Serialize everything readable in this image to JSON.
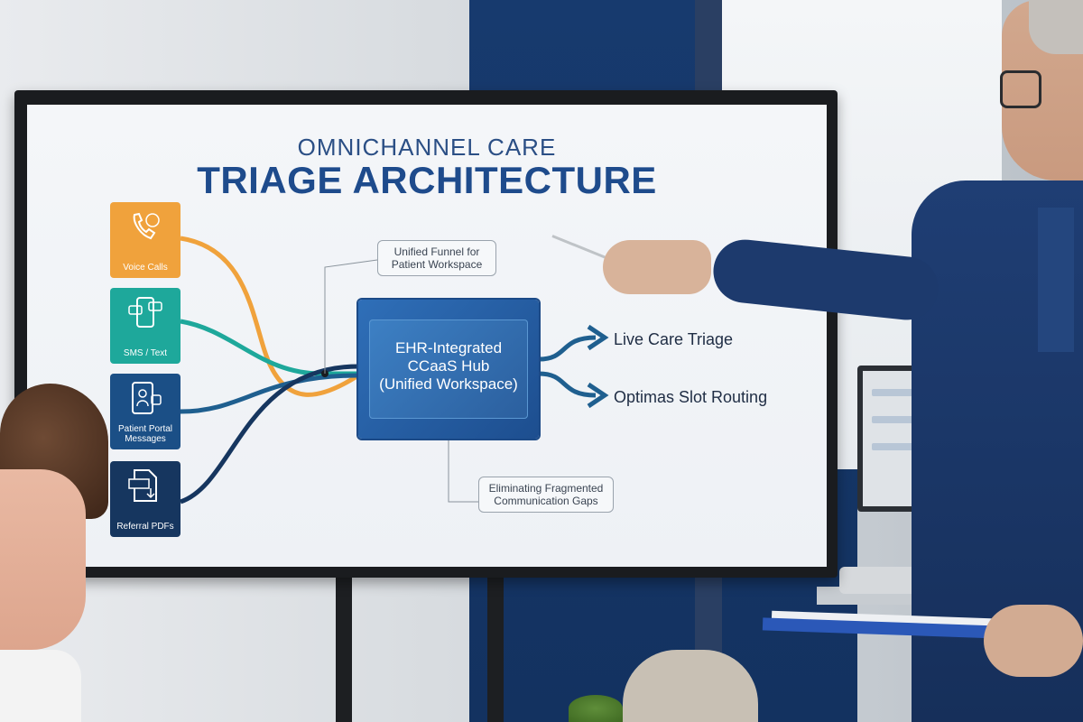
{
  "slide": {
    "title_top": "OMNICHANNEL CARE",
    "title_main": "TRIAGE ARCHITECTURE",
    "channels": [
      {
        "label": "Voice Calls",
        "icon": "phone-icon",
        "color": "#f0a23c"
      },
      {
        "label": "SMS / Text",
        "icon": "chat-phone-icon",
        "color": "#1ea89b"
      },
      {
        "label": "Patient Portal Messages",
        "icon": "portal-user-icon",
        "color": "#1b4f86"
      },
      {
        "label": "Referral PDFs",
        "icon": "pdf-download-icon",
        "color": "#16365f"
      }
    ],
    "hub": {
      "line1": "EHR-Integrated",
      "line2": "CCaaS Hub",
      "line3": "(Unified Workspace)"
    },
    "callout_top": "Unified Funnel for Patient Workspace",
    "callout_bottom": "Eliminating Fragmented Communication Gaps",
    "outputs": [
      "Live Care Triage",
      "Optimas Slot Routing"
    ],
    "colors": {
      "title": "#1e4b8c",
      "hub": "#2f6fb8",
      "flow_orange": "#f0a23c",
      "flow_teal": "#1ea89b",
      "flow_navy": "#16365f",
      "arrow": "#1f5f8f"
    }
  }
}
